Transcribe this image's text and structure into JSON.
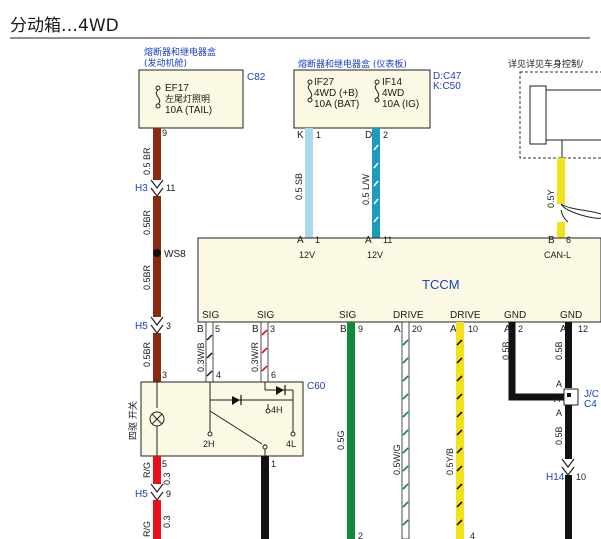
{
  "title": "分动箱…4WD",
  "fuse_box_engine": {
    "label_line1": "熔断器和继电器盒",
    "label_line2": "(发动机舱)",
    "code": "C82"
  },
  "ef17": {
    "name": "EF17",
    "desc": "左尾灯照明",
    "rating": "10A (TAIL)",
    "pin": "9"
  },
  "fuse_box_dash": {
    "label": "熔断器和继电器盒 (仪表板)",
    "code1": "D:C47",
    "code2": "K:C50"
  },
  "if27": {
    "name": "IF27",
    "desc": "4WD (+B)",
    "rating": "10A (BAT)",
    "pin_letter": "K",
    "pin": "1"
  },
  "if14": {
    "name": "IF14",
    "desc": "4WD",
    "rating": "10A (IG)",
    "pin_letter": "D",
    "pin": "2"
  },
  "ref_note": "详见详见车身控制/",
  "wires": {
    "br1": "0.5 BR",
    "br2": "0.5BR",
    "br3": "0.5BR",
    "br4": "0.5BR",
    "sb": "0.5 SB",
    "lw": "0.5 L/W",
    "y": "0.5Y",
    "wb": "0.3W/B",
    "wr": "0.3W/R",
    "g": "0.5G",
    "wg": "0.5W/G",
    "yb": "0.5Y/B",
    "b1": "0.5B",
    "b2": "0.5B",
    "b3": "0.5B",
    "rg1": "R/G",
    "rg1b": "0.3",
    "rg2": "R/G",
    "rg2b": "0.3"
  },
  "h3": {
    "name": "H3",
    "pin": "11"
  },
  "h5a": {
    "name": "H5",
    "pin": "3"
  },
  "h5b": {
    "name": "H5",
    "pin": "9"
  },
  "h14": {
    "name": "H14",
    "pin": "10"
  },
  "ws8": "WS8",
  "tccm": {
    "name": "TCCM",
    "top_pins": [
      {
        "letter": "A",
        "num": "1",
        "label": "12V"
      },
      {
        "letter": "A",
        "num": "11",
        "label": "12V"
      },
      {
        "letter": "B",
        "num": "6",
        "label": "CAN-L"
      }
    ],
    "bottom_pins": [
      {
        "label": "SIG",
        "letter": "B",
        "num": "5"
      },
      {
        "label": "SIG",
        "letter": "B",
        "num": "3"
      },
      {
        "label": "SIG",
        "letter": "B",
        "num": "9"
      },
      {
        "label": "DRIVE",
        "letter": "A",
        "num": "20"
      },
      {
        "label": "DRIVE",
        "letter": "A",
        "num": "10"
      },
      {
        "label": "GND",
        "letter": "A",
        "num": "2"
      },
      {
        "label": "GND",
        "letter": "A",
        "num": "12"
      }
    ]
  },
  "switch": {
    "code": "C60",
    "label": "四驱 开关",
    "pin_top1": "3",
    "pin_top2": "4",
    "pin_top3": "6",
    "pos_4h": "4H",
    "pos_2h": "2H",
    "pos_4l": "4L",
    "pin_bot1": "5",
    "pin_bot2": "1"
  },
  "joint": {
    "name": "J/C",
    "code": "C4",
    "pin_a1": "A",
    "pin_a2": "A",
    "pin_a3": "A"
  },
  "bottom_pins": {
    "p2": "2",
    "p4": "4"
  },
  "colors": {
    "brown": "#8b2a12",
    "sky": "#a9d8ec",
    "teal": "#1d9bbd",
    "yellow": "#f2e21a",
    "green": "#0f8a3a",
    "red": "#e8101a",
    "box_fill": "#fbf9e3"
  }
}
